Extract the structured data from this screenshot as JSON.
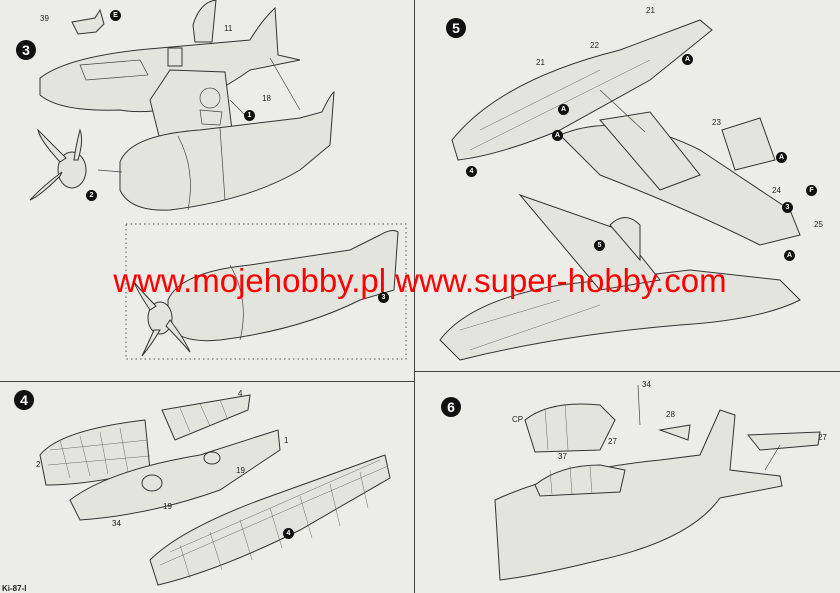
{
  "watermark": "www.mojehobby.pl www.super-hobby.com",
  "steps": {
    "s3": "3",
    "s4": "4",
    "s5": "5",
    "s6": "6"
  },
  "parts_step3": [
    "39",
    "E",
    "11",
    "18",
    "1",
    "2",
    "3"
  ],
  "parts_step4": [
    "4",
    "1",
    "2",
    "19",
    "19",
    "34",
    "4"
  ],
  "parts_step5": [
    "21",
    "22",
    "A",
    "21",
    "A",
    "A",
    "4",
    "23",
    "24",
    "F",
    "25",
    "3",
    "A",
    "5",
    "A"
  ],
  "parts_step6": [
    "34",
    "CP",
    "27",
    "28",
    "37",
    "27"
  ],
  "footer_left": "Ki-87-I"
}
